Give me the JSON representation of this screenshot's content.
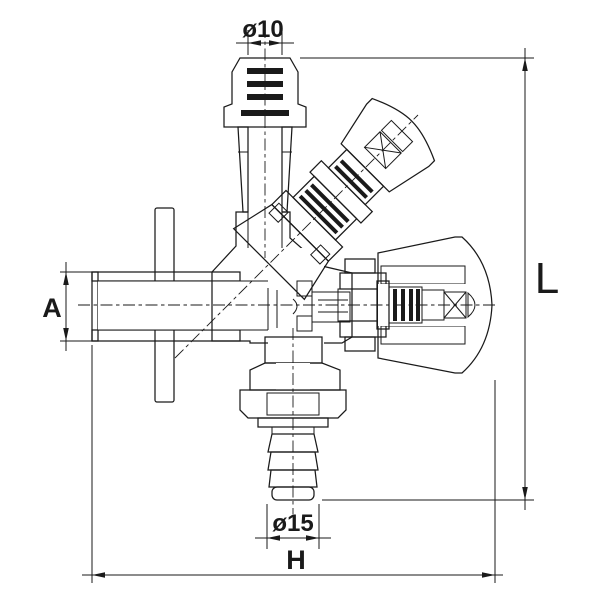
{
  "drawing": {
    "title": "valve cross-section technical drawing",
    "labels": {
      "top_outlet_diameter": "ø10",
      "bottom_outlet_diameter": "ø15",
      "inlet_bore": "A",
      "overall_height": "L",
      "overall_width": "H"
    },
    "colors": {
      "line": "#1a1a1a",
      "background": "#ffffff"
    }
  }
}
